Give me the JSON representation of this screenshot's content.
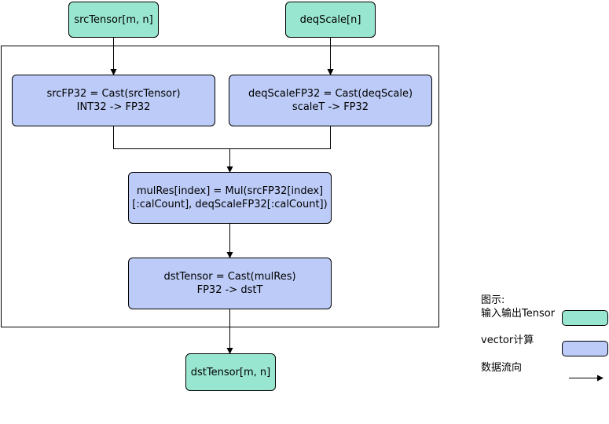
{
  "nodes": {
    "src_tensor": {
      "label": "srcTensor[m, n]"
    },
    "deq_scale": {
      "label": "deqScale[n]"
    },
    "cast_src": {
      "line1": "srcFP32 = Cast(srcTensor)",
      "line2": "INT32 -> FP32"
    },
    "cast_scale": {
      "line1": "deqScaleFP32 = Cast(deqScale)",
      "line2": "scaleT -> FP32"
    },
    "mul": {
      "line1": "mulRes[index] = Mul(srcFP32[index]",
      "line2": "[:calCount], deqScaleFP32[:calCount])"
    },
    "cast_dst": {
      "line1": "dstTensor = Cast(mulRes)",
      "line2": "FP32 -> dstT"
    },
    "dst_tensor": {
      "label": "dstTensor[m, n]"
    }
  },
  "legend": {
    "title": "图示:",
    "io_label": "输入输出Tensor",
    "vector_label": "vector计算",
    "flow_label": "数据流向"
  },
  "colors": {
    "io_fill": "#99e6d0",
    "vector_fill": "#bccbf7",
    "stroke": "#000000"
  }
}
